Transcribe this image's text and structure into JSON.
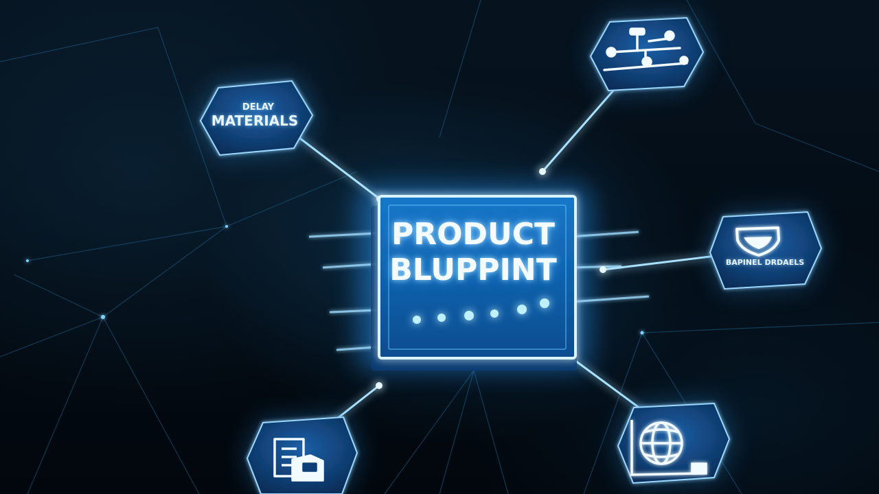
{
  "central": {
    "title_line1": "PRODUCT",
    "title_line2": "BLUPPINT"
  },
  "nodes": {
    "top_left": {
      "line1": "DELAY",
      "line2": "MATERIALS"
    },
    "right": {
      "label": "BAPINEL DRDAELS",
      "icon": "shield-icon"
    },
    "top_right": {
      "icon": "network-flow-icon"
    },
    "bottom_left": {
      "icon": "document-checklist-icon"
    },
    "bottom_right": {
      "icon": "globe-icon"
    }
  },
  "colors": {
    "glow": "#3fb6ff",
    "node_fill": "#0f3f78",
    "chip_fill": "#0d5ea8",
    "line": "#8fd6ff",
    "background": "#030b13"
  }
}
